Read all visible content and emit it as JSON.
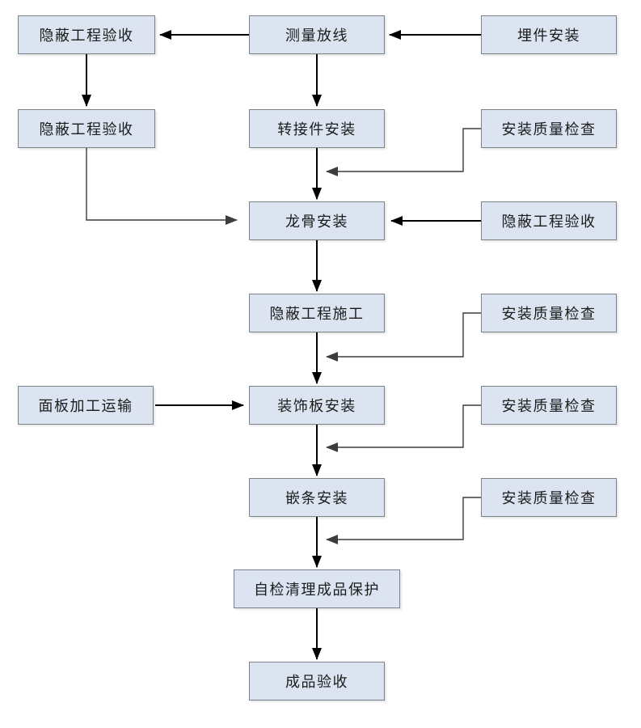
{
  "diagram_type": "flowchart",
  "nodes": {
    "hidden_acceptance_1": {
      "label": "隐蔽工程验收"
    },
    "survey_layout": {
      "label": "测量放线"
    },
    "embedded_parts_install": {
      "label": "埋件安装"
    },
    "hidden_acceptance_2": {
      "label": "隐蔽工程验收"
    },
    "adapter_install": {
      "label": "转接件安装"
    },
    "quality_check_1": {
      "label": "安装质量检查"
    },
    "keel_install": {
      "label": "龙骨安装"
    },
    "hidden_acceptance_3": {
      "label": "隐蔽工程验收"
    },
    "hidden_construction": {
      "label": "隐蔽工程施工"
    },
    "quality_check_2": {
      "label": "安装质量检查"
    },
    "panel_processing_transport": {
      "label": "面板加工运输"
    },
    "decorative_panel_install": {
      "label": "装饰板安装"
    },
    "quality_check_3": {
      "label": "安装质量检查"
    },
    "trim_install": {
      "label": "嵌条安装"
    },
    "quality_check_4": {
      "label": "安装质量检查"
    },
    "self_check_protection": {
      "label": "自检清理成品保护"
    },
    "finished_acceptance": {
      "label": "成品验收"
    }
  },
  "edges": [
    {
      "from": "survey_layout",
      "to": "hidden_acceptance_1",
      "style": "thick"
    },
    {
      "from": "embedded_parts_install",
      "to": "survey_layout",
      "style": "thick"
    },
    {
      "from": "hidden_acceptance_1",
      "to": "hidden_acceptance_2",
      "style": "thick"
    },
    {
      "from": "survey_layout",
      "to": "adapter_install",
      "style": "thick"
    },
    {
      "from": "adapter_install",
      "to": "keel_install",
      "style": "thick"
    },
    {
      "from": "quality_check_1",
      "to": "adapter_install->keel_install",
      "style": "thin-elbow"
    },
    {
      "from": "hidden_acceptance_2",
      "to": "keel_install",
      "style": "thin-elbow"
    },
    {
      "from": "hidden_acceptance_3",
      "to": "keel_install",
      "style": "thick"
    },
    {
      "from": "keel_install",
      "to": "hidden_construction",
      "style": "thick"
    },
    {
      "from": "hidden_construction",
      "to": "decorative_panel_install",
      "style": "thick"
    },
    {
      "from": "quality_check_2",
      "to": "hidden_construction->decorative_panel_install",
      "style": "thin-elbow"
    },
    {
      "from": "panel_processing_transport",
      "to": "decorative_panel_install",
      "style": "thick"
    },
    {
      "from": "decorative_panel_install",
      "to": "trim_install",
      "style": "thick"
    },
    {
      "from": "quality_check_3",
      "to": "decorative_panel_install->trim_install",
      "style": "thin-elbow"
    },
    {
      "from": "trim_install",
      "to": "self_check_protection",
      "style": "thick"
    },
    {
      "from": "quality_check_4",
      "to": "trim_install->self_check_protection",
      "style": "thin-elbow"
    },
    {
      "from": "self_check_protection",
      "to": "finished_acceptance",
      "style": "thick"
    }
  ],
  "colors": {
    "node_fill": "#dbe4f0",
    "node_border": "#7c828c",
    "edge_thick": "#000000",
    "edge_thin": "#3c3c3c",
    "text_color": "#1c1c1c",
    "bg": "#ffffff"
  }
}
